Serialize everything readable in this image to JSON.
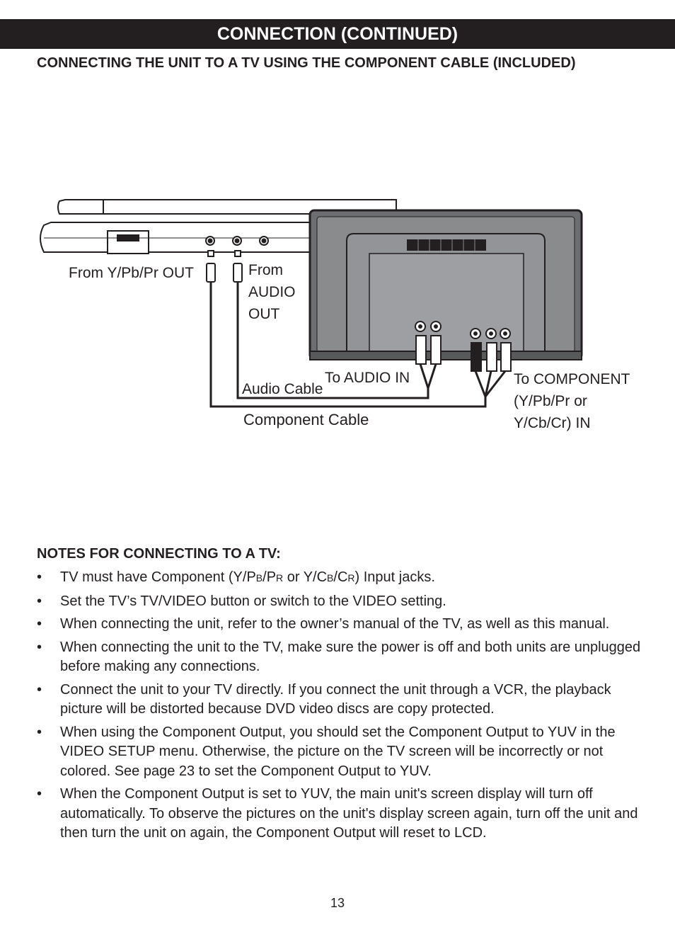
{
  "header": {
    "title": "CONNECTION (CONTINUED)"
  },
  "section": {
    "subtitle": "CONNECTING THE UNIT TO A TV USING THE COMPONENT CABLE (INCLUDED)"
  },
  "diagram": {
    "label_from_ypbpr": "From Y/Pb/Pr OUT",
    "label_from_audio_lines": [
      "From",
      "AUDIO",
      "OUT"
    ],
    "label_audio_cable": "Audio Cable",
    "label_to_audio_in": "To AUDIO IN",
    "label_component_cable": "Component Cable",
    "label_to_component_lines": [
      "To COMPONENT",
      "(Y/Pb/Pr or",
      "Y/Cb/Cr) IN"
    ]
  },
  "notes": {
    "title": "NOTES FOR CONNECTING TO A TV:",
    "bullet": "•",
    "note1": {
      "a": "TV must have Component (Y/P",
      "b": "B",
      "c": "/P",
      "d": "R",
      "e": " or Y/C",
      "f": "B",
      "g": "/C",
      "h": "R",
      "i": ") Input jacks."
    },
    "items": [
      "Set the TV’s TV/VIDEO button or switch to the VIDEO setting.",
      "When connecting the unit, refer to the owner’s manual of the TV, as well as this manual.",
      "When connecting the unit to the TV, make sure the power is off and both units are unplugged before making any connections.",
      "Connect the unit to your TV directly. If you connect the unit through a VCR, the playback picture will be distorted because DVD video discs are copy protected.",
      "When using the Component Output, you should set the Component Output to YUV in the VIDEO SETUP menu. Otherwise, the picture on the TV screen will be incorrectly or not colored. See page 23 to set the Component Output to YUV.",
      "When the Component Output is set to YUV, the main unit's screen display will turn off automatically. To observe the pictures on the unit's display screen again, turn off the unit and then turn the unit on again, the Component Output will reset to LCD."
    ]
  },
  "footer": {
    "page_number": "13"
  }
}
